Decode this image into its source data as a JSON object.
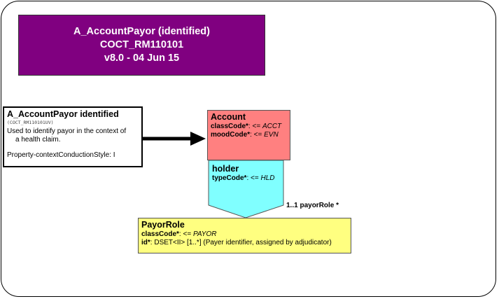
{
  "title": {
    "name": "A_AccountPayor (identified)",
    "model_id": "COCT_RM110101",
    "version": "v8.0 - 04 Jun 15"
  },
  "entry_point": {
    "title": "A_AccountPayor identified",
    "code": "(COCT_RM110101UV)",
    "description_line1": "Used to identify payor in the context of",
    "description_line2": "a health claim.",
    "property": "Property-contextConductionStyle: I"
  },
  "account": {
    "name": "Account",
    "attributes": [
      {
        "name": "classCode*",
        "sep": ": <= ",
        "value": "ACCT"
      },
      {
        "name": "moodCode*",
        "sep": ": <= ",
        "value": "EVN"
      }
    ]
  },
  "holder": {
    "name": "holder",
    "attributes": [
      {
        "name": "typeCode*",
        "sep": ": <= ",
        "value": "HLD"
      }
    ]
  },
  "association": {
    "label": "1..1 payorRole  *"
  },
  "payor_role": {
    "name": "PayorRole",
    "attributes": [
      {
        "name": "classCode*",
        "sep": ": <= ",
        "value": "PAYOR"
      },
      {
        "name": "id*",
        "sep": ": ",
        "value": "DSET<II> [1..*] (Payer identifier, assigned by adjudicator)"
      }
    ]
  },
  "colors": {
    "title_bg": "#800080",
    "account_bg": "#ff8080",
    "holder_bg": "#80ffff",
    "payor_bg": "#ffff80"
  }
}
